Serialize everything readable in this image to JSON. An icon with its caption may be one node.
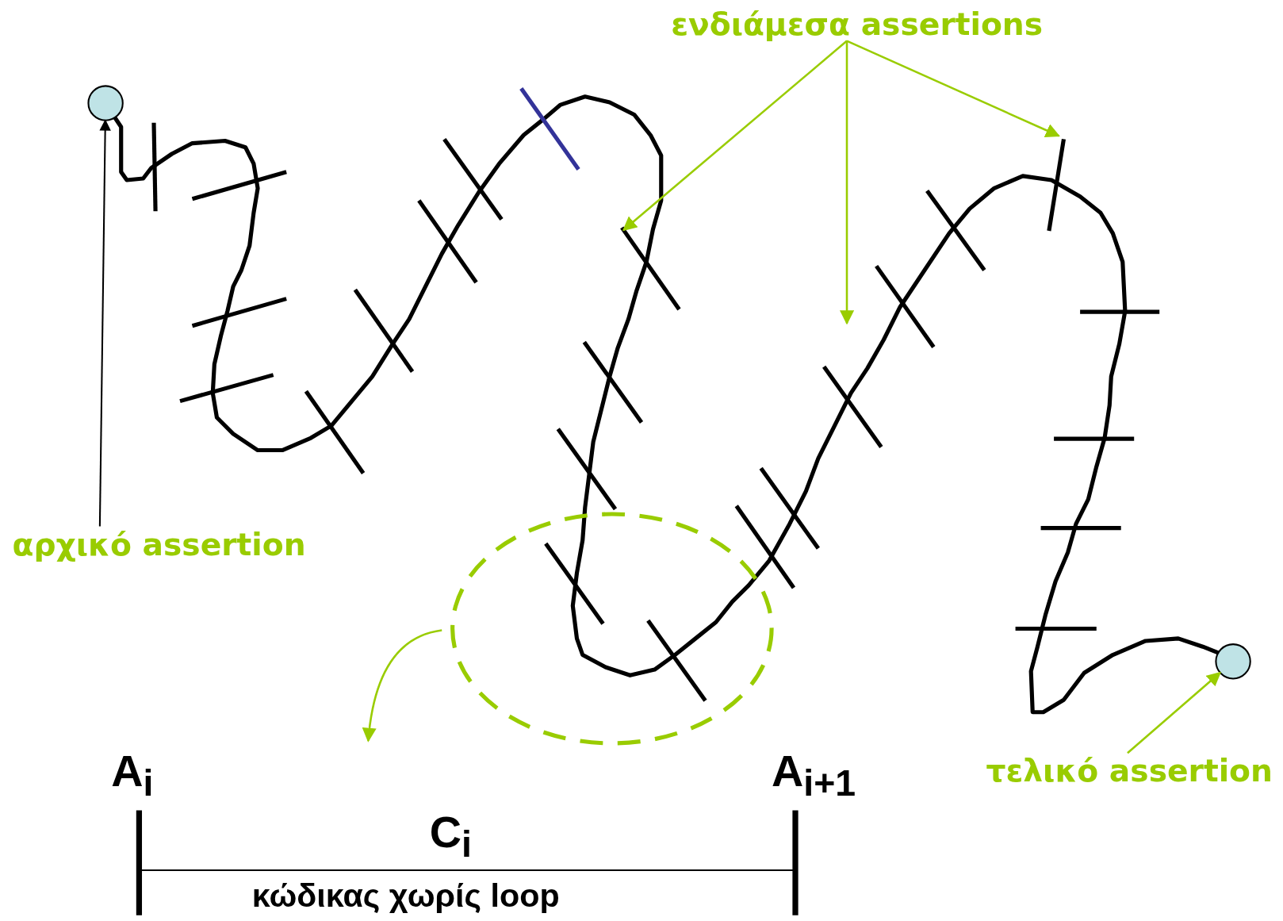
{
  "diagram": {
    "nodes": [
      {
        "text": [],
        "shape": "circle"
      },
      {
        "text": [],
        "shape": "circle"
      },
      {
        "text": [
          "αρχικό assertion"
        ]
      },
      {
        "text": [
          "ενδιάμεσα assertions"
        ]
      },
      {
        "text": [],
        "shape": "bar"
      },
      {
        "text": [],
        "shape": "bar"
      },
      {
        "text": [
          "τελικό assertion"
        ]
      },
      {
        "text": [],
        "shape": "ellipse"
      }
    ],
    "edges": [
      {
        "from": 2,
        "to": 0,
        "arrow": "to",
        "color": "#000000"
      },
      {
        "from": 3,
        "to": 4,
        "arrow": "to"
      },
      {
        "from": 3,
        "to": null,
        "arrow": "to"
      },
      {
        "from": 3,
        "to": 5,
        "arrow": "to"
      },
      {
        "from": 6,
        "to": 1,
        "arrow": "to"
      },
      {
        "from": 7,
        "to": null,
        "arrow": "to"
      }
    ],
    "labels": [
      "A$_{i}$",
      "A$_{i+1}$",
      "C$_{i}$",
      "κώδικας χωρίς loop"
    ]
  }
}
